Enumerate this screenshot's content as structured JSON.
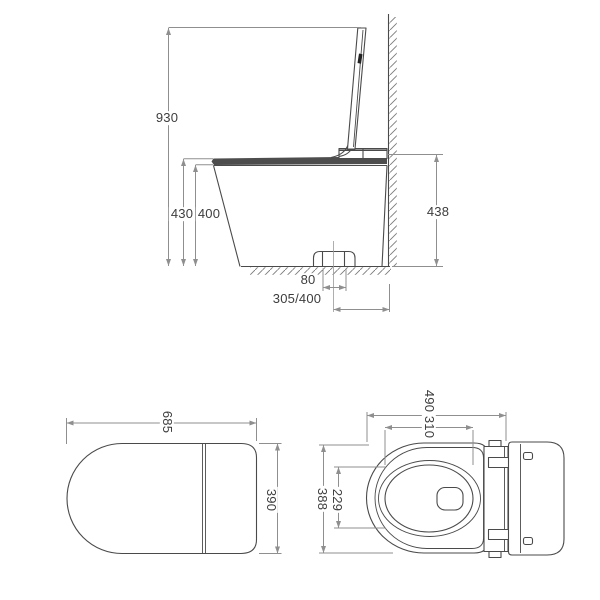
{
  "views": {
    "side_elevation": {
      "total_height": "930",
      "seat_height": "430",
      "rim_height": "400",
      "back_height": "438",
      "trap_width": "80",
      "rough_in": "305/400"
    },
    "plan_closed": {
      "overall_length": "685",
      "overall_width": "390"
    },
    "plan_open": {
      "seat_length": "490",
      "bowl_opening_width": "310",
      "seat_width": "388",
      "bowl_opening_depth": "229"
    }
  },
  "colors": {
    "linework": "#4a4a4a",
    "dimension_lines": "#8f8f8f",
    "text": "#3d3d3d"
  }
}
